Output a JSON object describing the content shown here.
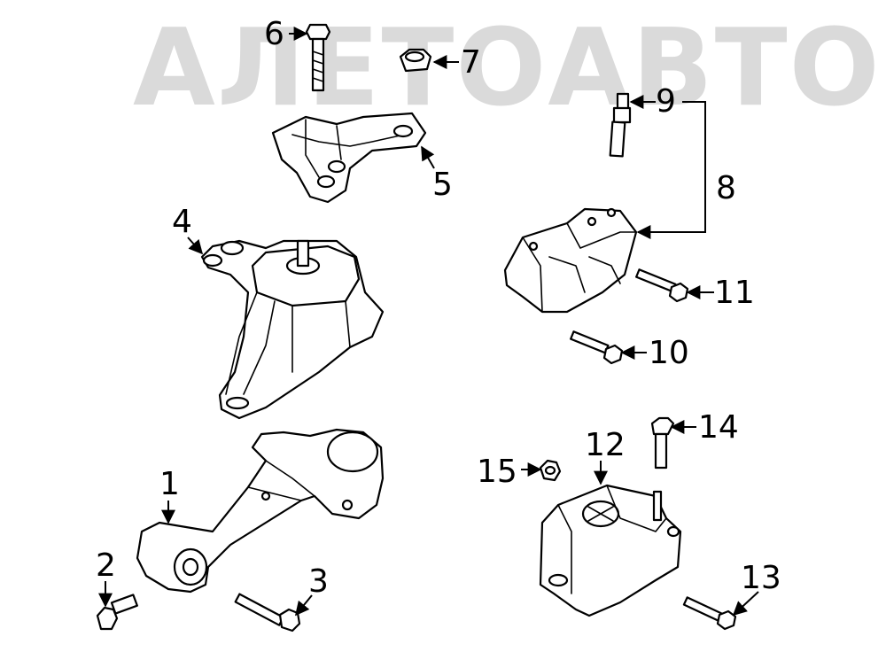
{
  "watermark": {
    "text": "АЛЕТОАВТО",
    "color": "#d4d4d4"
  },
  "callouts": [
    {
      "id": "1",
      "label": "1"
    },
    {
      "id": "2",
      "label": "2"
    },
    {
      "id": "3",
      "label": "3"
    },
    {
      "id": "4",
      "label": "4"
    },
    {
      "id": "5",
      "label": "5"
    },
    {
      "id": "6",
      "label": "6"
    },
    {
      "id": "7",
      "label": "7"
    },
    {
      "id": "8",
      "label": "8"
    },
    {
      "id": "9",
      "label": "9"
    },
    {
      "id": "10",
      "label": "10"
    },
    {
      "id": "11",
      "label": "11"
    },
    {
      "id": "12",
      "label": "12"
    },
    {
      "id": "13",
      "label": "13"
    },
    {
      "id": "14",
      "label": "14"
    },
    {
      "id": "15",
      "label": "15"
    }
  ]
}
